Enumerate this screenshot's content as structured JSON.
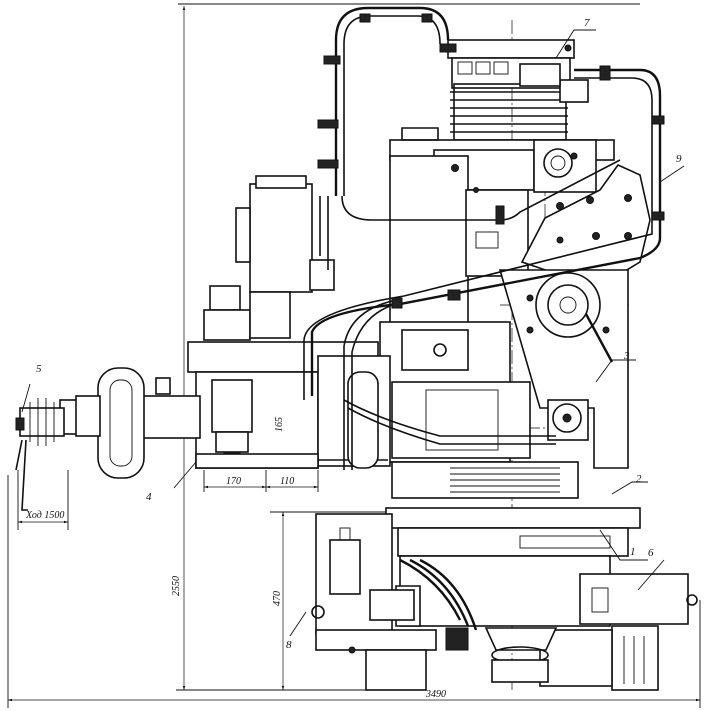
{
  "callouts": [
    "1",
    "2",
    "3",
    "4",
    "5",
    "6",
    "7",
    "8",
    "9"
  ],
  "dimensions": {
    "total_height": "2550",
    "total_width": "3490",
    "lower_height": "470",
    "stroke": "Ход 1500",
    "span_left": "170",
    "span_right": "110",
    "vertical_short": "165"
  },
  "colors": {
    "line": "#111111",
    "background": "#ffffff"
  }
}
